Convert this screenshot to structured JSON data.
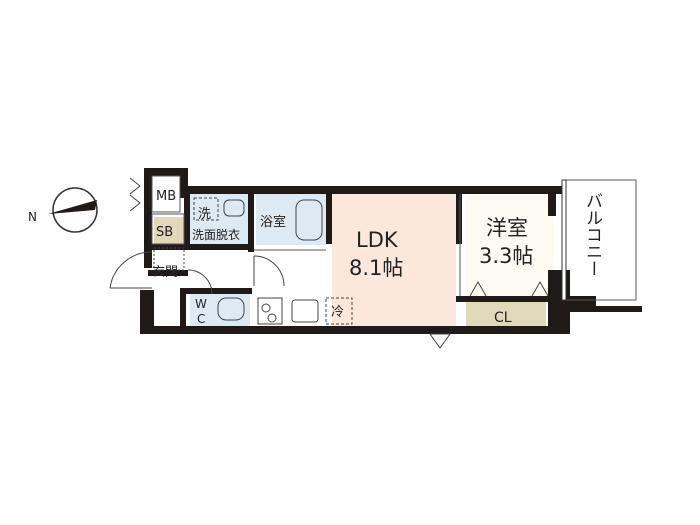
{
  "compass": {
    "label": "N"
  },
  "rooms": {
    "mb": "MB",
    "sb": "SB",
    "sentakuki": "洗",
    "senmen": "洗面脱衣",
    "yokushitsu": "浴室",
    "genkan": "玄関",
    "wc_top": "W",
    "wc_bottom": "C",
    "ldk_name": "LDK",
    "ldk_size": "8.1帖",
    "youshitsu_name": "洋室",
    "youshitsu_size": "3.3帖",
    "cl": "CL",
    "balcony": "バルコニー",
    "reizouko": "冷"
  },
  "colors": {
    "wall": "#1f1a17",
    "ldk_floor": "#fbe7dc",
    "wet_floor": "#dde9f3",
    "storage": "#e0d9b9",
    "youshitsu_floor": "#fdfaf2"
  }
}
